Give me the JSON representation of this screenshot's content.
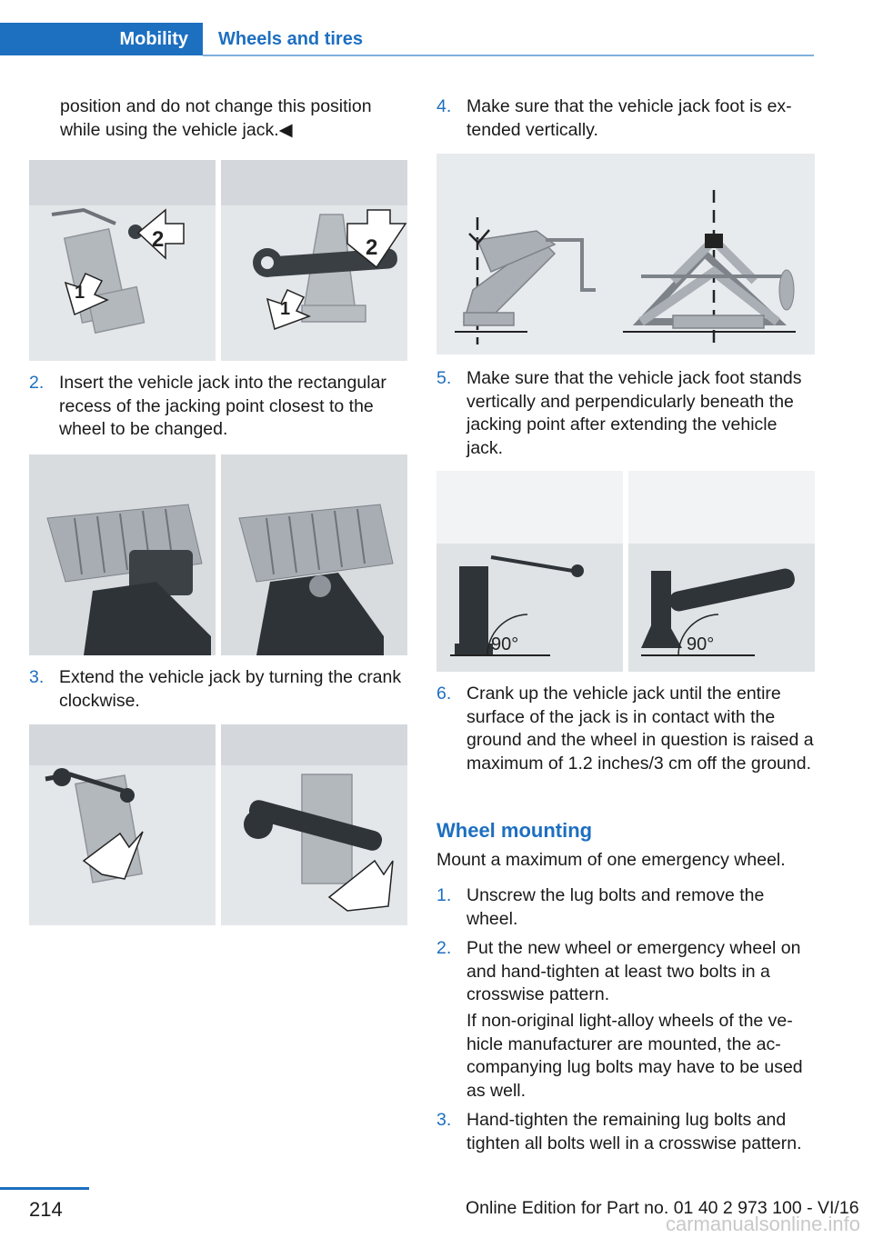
{
  "header": {
    "section_tab": "Mobility",
    "subsection_tab": "Wheels and tires"
  },
  "left_column": {
    "intro_text": "position and do not change this position while using the vehicle jack.◀",
    "steps": [
      {
        "number": "2.",
        "text": "Insert the vehicle jack into the rectangular recess of the jacking point closest to the wheel to be changed."
      },
      {
        "number": "3.",
        "text": "Extend the vehicle jack by turning the crank clockwise."
      }
    ],
    "figure_labels": {
      "label_1": "1",
      "label_2": "2"
    }
  },
  "right_column": {
    "steps": [
      {
        "number": "4.",
        "text": "Make sure that the vehicle jack foot is ex­tended vertically."
      },
      {
        "number": "5.",
        "text": "Make sure that the vehicle jack foot stands vertically and perpendicularly beneath the jacking point after extending the vehicle jack."
      },
      {
        "number": "6.",
        "text": "Crank up the vehicle jack until the entire surface of the jack is in contact with the ground and the wheel in question is raised a maximum of 1.2 inches/3 cm off the ground."
      }
    ],
    "angle_label": "90°",
    "wheel_mounting": {
      "heading": "Wheel mounting",
      "intro": "Mount a maximum of one emergency wheel.",
      "steps": [
        {
          "number": "1.",
          "text": "Unscrew the lug bolts and remove the wheel."
        },
        {
          "number": "2.",
          "text": "Put the new wheel or emergency wheel on and hand-tighten at least two bolts in a crosswise pattern."
        },
        {
          "number": "3.",
          "text": "Hand-tighten the remaining lug bolts and tighten all bolts well in a crosswise pattern."
        }
      ],
      "note": "If non-original light-alloy wheels of the ve­hicle manufacturer are mounted, the ac­companying lug bolts may have to be used as well."
    }
  },
  "footer": {
    "page_number": "214",
    "edition": "Online Edition for Part no. 01 40 2 973 100 - VI/16",
    "watermark": "carmanualsonline.info"
  },
  "colors": {
    "accent": "#1d6fc0",
    "figure_bg": "#e6e9ec"
  }
}
